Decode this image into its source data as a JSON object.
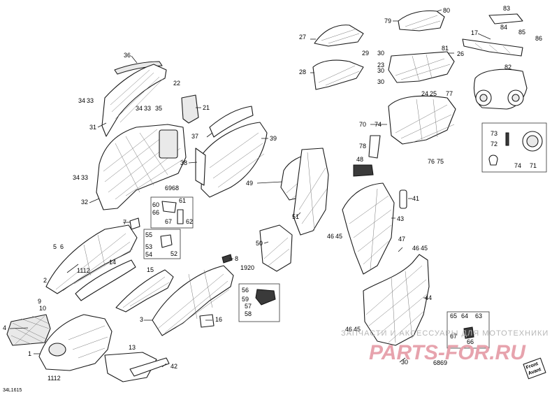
{
  "document_code": "34L1615",
  "front_label": "Front",
  "front_label_2": "Avant",
  "watermark": {
    "text": "ЗАПЧАСТИ И АКСЕССУАРЫ ДЛЯ МОТОТЕХНИКИ",
    "logo": "PARTS-FOR.RU"
  },
  "callouts": {
    "c1": "1",
    "c2": "2",
    "c3": "3",
    "c4": "4",
    "c5": "5",
    "c6": "6",
    "c7": "7",
    "c8": "8",
    "c9": "9",
    "c10": "10",
    "c11": "11",
    "c12": "12",
    "c13": "13",
    "c14": "14",
    "c15": "15",
    "c16": "16",
    "c17": "17",
    "c19": "19",
    "c20": "20",
    "c21": "21",
    "c22": "22",
    "c23": "23",
    "c24": "24",
    "c25": "25",
    "c26": "26",
    "c27": "27",
    "c28": "28",
    "c29": "29",
    "c30a": "30",
    "c30b": "30",
    "c30c": "30",
    "c31": "31",
    "c32": "32",
    "c33a": "33",
    "c33b": "33",
    "c33c": "33",
    "c34a": "34",
    "c34b": "34",
    "c35": "35",
    "c36": "36",
    "c37": "37",
    "c38": "38",
    "c39": "39",
    "c41": "41",
    "c42": "42",
    "c43": "43",
    "c44": "44",
    "c45a": "45",
    "c45b": "45",
    "c45c": "45",
    "c46a": "46",
    "c46b": "46",
    "c46c": "46",
    "c47": "47",
    "c48": "48",
    "c49": "49",
    "c50": "50",
    "c51": "51",
    "c52": "52",
    "c53": "53",
    "c54": "54",
    "c55": "55",
    "c56": "56",
    "c57": "57",
    "c58": "58",
    "c59": "59",
    "c60": "60",
    "c61": "61",
    "c62": "62",
    "c63": "63",
    "c64": "64",
    "c65": "65",
    "c66a": "66",
    "c66b": "66",
    "c67a": "67",
    "c67b": "67",
    "c6869a": "6968",
    "c6869b": "6869",
    "c70": "70",
    "c71": "71",
    "c72": "72",
    "c73": "73",
    "c74a": "74",
    "c74b": "74",
    "c75": "75",
    "c76": "76",
    "c77": "77",
    "c78": "78",
    "c79": "79",
    "c80": "80",
    "c81": "81",
    "c82": "82",
    "c83": "83",
    "c84": "84",
    "c85": "85",
    "c86": "86",
    "c1112a": "1112",
    "c1112b": "1112"
  }
}
